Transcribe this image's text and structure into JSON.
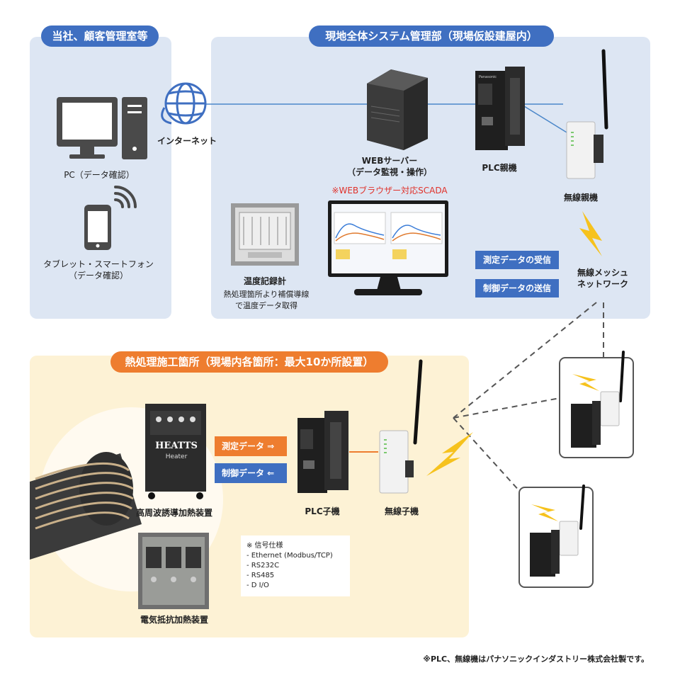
{
  "panels": {
    "customer": "当社、顧客管理室等",
    "site_system": "現地全体システム管理部（現場仮設建屋内）",
    "heat_treatment": "熱処理施工箇所（現場内各箇所：最大10か所設置）"
  },
  "labels": {
    "pc": "PC（データ確認）",
    "tablet_l1": "タブレット・スマートフォン",
    "tablet_l2": "（データ確認）",
    "internet": "インターネット",
    "web_server_l1": "WEBサーバー",
    "web_server_l2": "（データ監視・操作）",
    "scada": "※WEBブラウザー対応SCADA",
    "plc_master": "PLC親機",
    "wireless_master": "無線親機",
    "temp_recorder": "温度記録計",
    "temp_recorder_desc_l1": "熱処理箇所より補償導線",
    "temp_recorder_desc_l2": "で温度データ取得",
    "recv_data": "測定データの受信",
    "send_control": "制御データの送信",
    "mesh_l1": "無線メッシュ",
    "mesh_l2": "ネットワーク",
    "meas_data": "測定データ ⇒",
    "ctrl_data": "制御データ ⇐",
    "induction": "高周波誘導加熱装置",
    "resistance": "電気抵抗加熱装置",
    "plc_slave": "PLC子機",
    "wireless_slave": "無線子機",
    "heater_brand": "HEATTS",
    "heater_sub": "Heater",
    "footnote": "※PLC、無線機はパナソニックインダストリー株式会社製です。"
  },
  "signal_spec": {
    "title": "※ 信号仕様",
    "items": [
      "- Ethernet (Modbus/TCP)",
      "- RS232C",
      "- RS485",
      "- D I/O"
    ]
  },
  "colors": {
    "blue_panel": "#dde6f3",
    "blue_pill": "#3f6fc1",
    "orange_panel": "#fdf2d5",
    "orange_pill": "#ee7d2f",
    "scada_red": "#e0312a",
    "lightning": "#f6c21d",
    "line_blue": "#4b87c9"
  },
  "icons": [
    "monitor-icon",
    "tower-pc-icon",
    "smartphone-icon",
    "wifi-signal-icon",
    "globe-icon",
    "server-icon",
    "plc-icon",
    "wireless-unit-icon",
    "lightning-icon",
    "recorder-icon",
    "scada-monitor-icon",
    "heater-icon"
  ]
}
